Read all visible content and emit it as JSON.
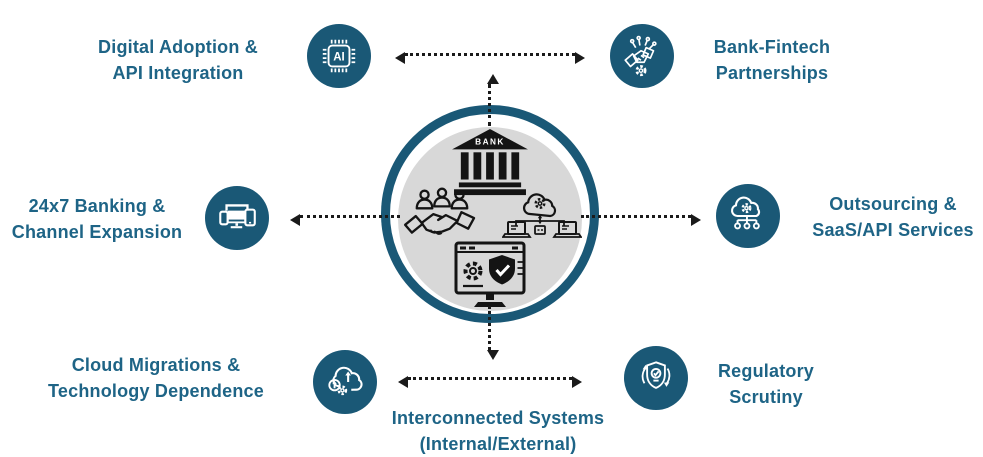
{
  "colors": {
    "accent": "#1A5876",
    "label_text": "#1E6486",
    "hub_fill": "#D8D8D8",
    "icon_fg": "#FFFFFF",
    "arrow": "#1A1A1A",
    "center_icon": "#141414",
    "background": "#FFFFFF"
  },
  "hub": {
    "bank_sign": "BANK",
    "icons": [
      "bank-building-icon",
      "partnership-handshake-icon",
      "cloud-gear-network-icon",
      "secure-system-monitor-icon"
    ]
  },
  "ai_chip_text": "AI",
  "nodes": [
    {
      "id": "digital-adoption",
      "icon": "ai-chip-icon",
      "line1": "Digital Adoption &",
      "line2": "API Integration"
    },
    {
      "id": "bank-fintech-partnerships",
      "icon": "fintech-handshake-icon",
      "line1": "Bank-Fintech",
      "line2": "Partnerships"
    },
    {
      "id": "banking-24x7",
      "icon": "multi-device-icon",
      "line1": "24x7 Banking &",
      "line2": "Channel Expansion"
    },
    {
      "id": "outsourcing-saas",
      "icon": "cloud-gear-nodes-icon",
      "line1": "Outsourcing &",
      "line2": "SaaS/API Services"
    },
    {
      "id": "cloud-migrations",
      "icon": "cloud-upload-gear-icon",
      "line1": "Cloud Migrations &",
      "line2": "Technology Dependence"
    },
    {
      "id": "regulatory-scrutiny",
      "icon": "shield-check-cycle-icon",
      "line1": "Regulatory",
      "line2": "Scrutiny"
    },
    {
      "id": "interconnected-systems",
      "icon": null,
      "line1": "Interconnected Systems",
      "line2": "(Internal/External)"
    }
  ]
}
